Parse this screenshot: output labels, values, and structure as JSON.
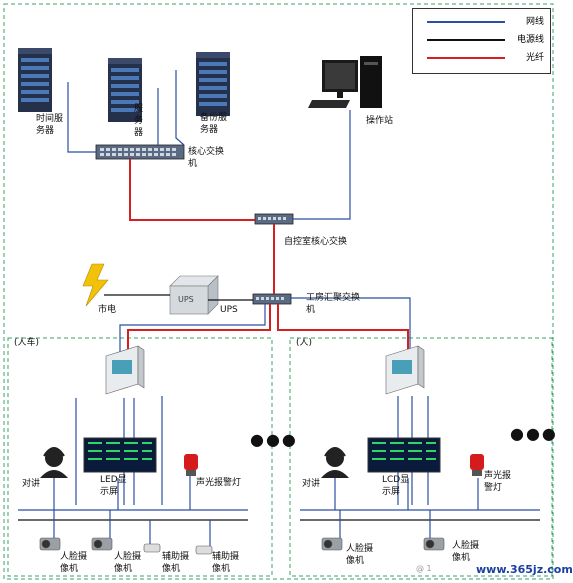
{
  "legend": {
    "items": [
      {
        "label": "网线",
        "color": "#2b4fa3"
      },
      {
        "label": "电源线",
        "color": "#111111"
      },
      {
        "label": "光纤",
        "color": "#d42020"
      }
    ]
  },
  "nodes": {
    "time_server": "时间服\n务器",
    "server": "服\n务\n器",
    "backup_server": "备份服\n务器",
    "workstation": "操作站",
    "core_switch": "核心交换\n机",
    "control_room_switch": "自控室核心交换",
    "power_supply": "市电",
    "ups_label": "UPS",
    "ups_box_text": "UPS",
    "plant_switch": "工房汇聚交换\n机"
  },
  "zones": {
    "left": {
      "title": "(人车)",
      "intercom": "对讲",
      "display": "LED显\n示屏",
      "alarm": "声光报警灯",
      "cameras": [
        "人脸摄\n像机",
        "人脸摄\n像机",
        "辅助摄\n像机",
        "辅助摄\n像机"
      ],
      "more": "●●●"
    },
    "right": {
      "title": "(人)",
      "intercom": "对讲",
      "display": "LCD显\n示屏",
      "alarm": "声光报\n警灯",
      "cameras": [
        "人脸摄\n像机",
        "人脸摄\n像机"
      ],
      "more": "●●●"
    }
  },
  "watermark": {
    "text": "www.365jz.com",
    "sub": "@ 1"
  },
  "colors": {
    "network": "#2b4fa3",
    "power": "#111111",
    "fiber": "#d42020",
    "zone_border": "#3aa36a"
  }
}
